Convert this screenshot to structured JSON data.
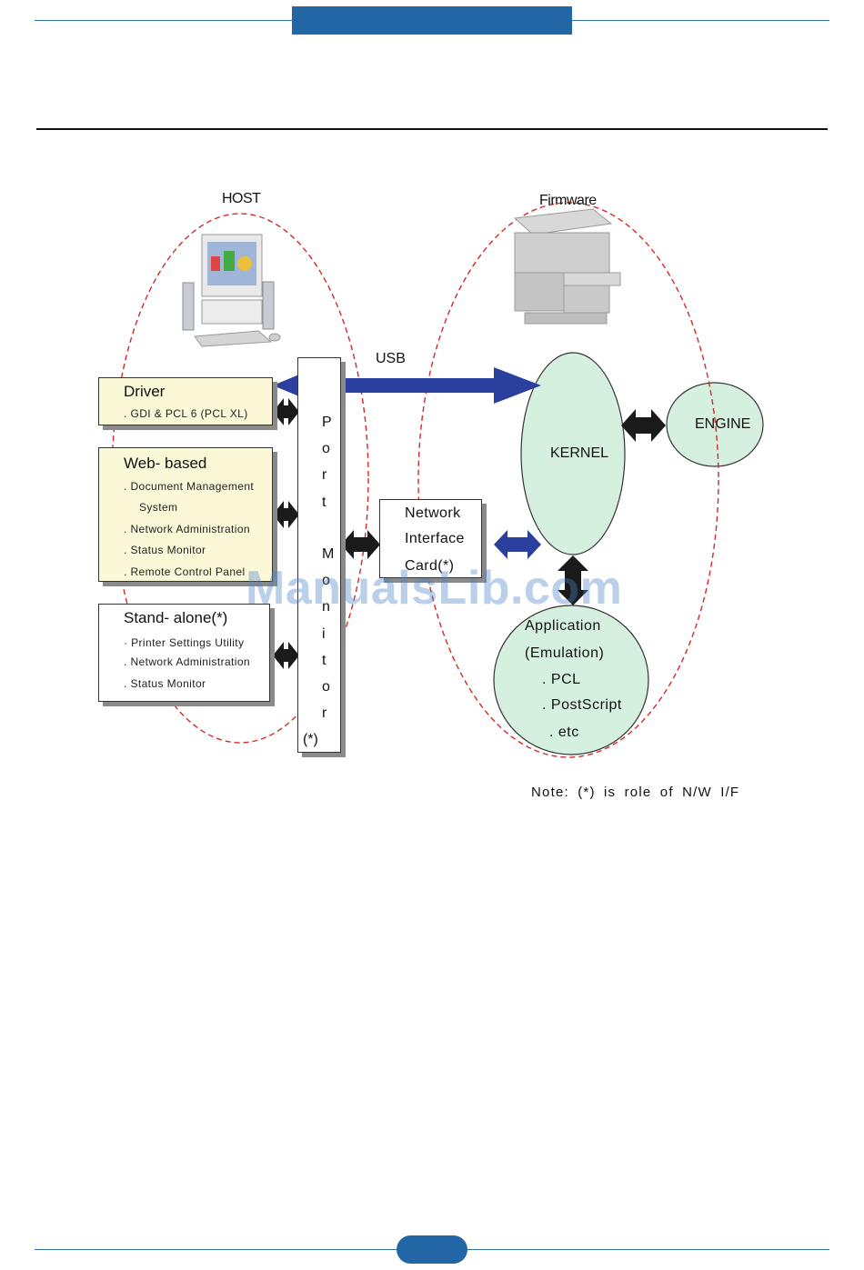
{
  "host_label": "HOST",
  "firmware_label": "Firmware",
  "usb_label": "USB",
  "driver": {
    "title": "Driver",
    "items": [
      ". GDI & PCL 6 (PCL XL)"
    ]
  },
  "web_based": {
    "title": "Web- based",
    "items": [
      ". Document Management",
      "System",
      ". Network Administration",
      ". Status Monitor",
      ". Remote Control Panel"
    ]
  },
  "stand_alone": {
    "title": "Stand- alone(*)",
    "items": [
      "· Printer Settings Utility",
      ". Network Administration",
      ". Status Monitor"
    ]
  },
  "port_monitor": {
    "letters": [
      "P",
      "o",
      "r",
      "t",
      "M",
      "o",
      "n",
      "i",
      "t",
      "o",
      "r",
      "(*)"
    ]
  },
  "network_card": {
    "lines": [
      "Network",
      "Interface",
      "Card(*)"
    ]
  },
  "kernel_label": "KERNEL",
  "engine_label": "ENGINE",
  "application": {
    "lines": [
      "Application",
      "(Emulation)",
      ". PCL",
      ". PostScript",
      ". etc"
    ]
  },
  "note": "Note: (*) is role of N/W I/F",
  "watermark": "ManualsLib.com",
  "colors": {
    "brand_blue": "#2366a6",
    "arrow_blue": "#2b3f9e",
    "arrow_dark": "#1a1a1a",
    "bubble_green": "#d6f0df",
    "dashed_red": "#d62828",
    "box_cream": "#fbf8d8"
  },
  "icons": [
    "computer-icon",
    "printer-icon"
  ]
}
